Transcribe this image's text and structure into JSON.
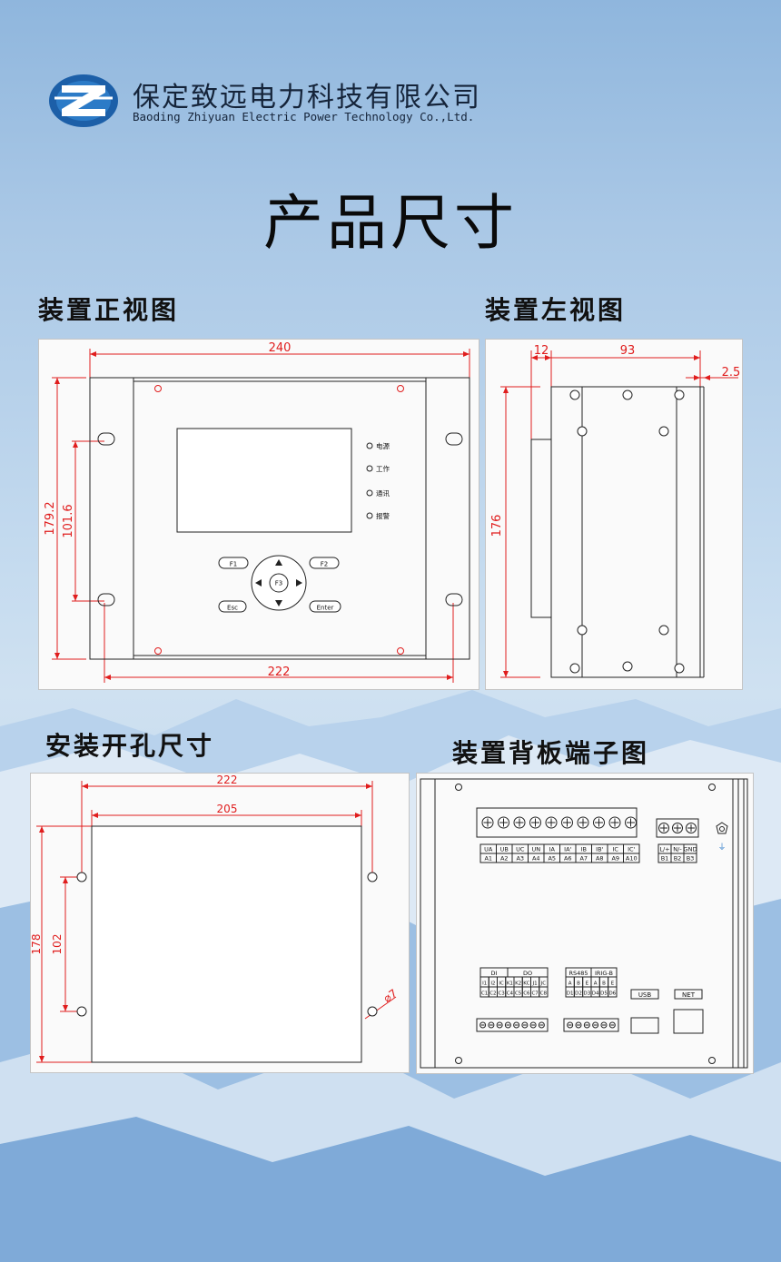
{
  "company": {
    "name_cn": "保定致远电力科技有限公司",
    "name_en": "Baoding Zhiyuan Electric Power Technology Co.,Ltd."
  },
  "page_title": "产品尺寸",
  "colors": {
    "dimension": "#e01d1d",
    "background_top": "#8fb6dd",
    "panel": "#fafafa"
  },
  "sections": {
    "front": "装置正视图",
    "side": "装置左视图",
    "cutout": "安装开孔尺寸",
    "back": "装置背板端子图"
  },
  "front_view": {
    "dims": {
      "width": "240",
      "height": "179.2",
      "hole_pitch": "101.6",
      "bottom": "222"
    },
    "leds": [
      "电源",
      "工作",
      "通讯",
      "报警"
    ],
    "keys": {
      "f1": "F1",
      "f2": "F2",
      "f3": "F3",
      "esc": "Esc",
      "enter": "Enter"
    }
  },
  "side_view": {
    "dims": {
      "front": "12",
      "depth": "93",
      "back": "2.5",
      "height": "176"
    }
  },
  "cutout_view": {
    "dims": {
      "outer_width": "222",
      "inner_width": "205",
      "height": "178",
      "hole_pitch": "102",
      "hole_dia": "⌀7"
    }
  },
  "back_view": {
    "a_top": [
      "UA",
      "UB",
      "UC",
      "UN",
      "IA",
      "IA'",
      "IB",
      "IB'",
      "IC",
      "IC'"
    ],
    "a_bottom": [
      "A1",
      "A2",
      "A3",
      "A4",
      "A5",
      "A6",
      "A7",
      "A8",
      "A9",
      "A10"
    ],
    "b_top": [
      "L/+",
      "N/-",
      "GND"
    ],
    "b_bottom": [
      "B1",
      "B2",
      "B3"
    ],
    "di_header": "DI",
    "do_header": "DO",
    "c_top": [
      "I1",
      "I2",
      "IC",
      "K1",
      "K2",
      "KC",
      "J1",
      "JC"
    ],
    "c_bottom": [
      "C1",
      "C2",
      "C3",
      "C4",
      "C5",
      "C6",
      "C7",
      "C8"
    ],
    "rs485_header": "RS485",
    "irig_header": "IRIG-B",
    "d_top": [
      "A",
      "B",
      "E",
      "A",
      "B",
      "E"
    ],
    "d_bottom": [
      "D1",
      "D2",
      "D3",
      "D4",
      "D5",
      "D6"
    ],
    "usb": "USB",
    "net": "NET"
  }
}
